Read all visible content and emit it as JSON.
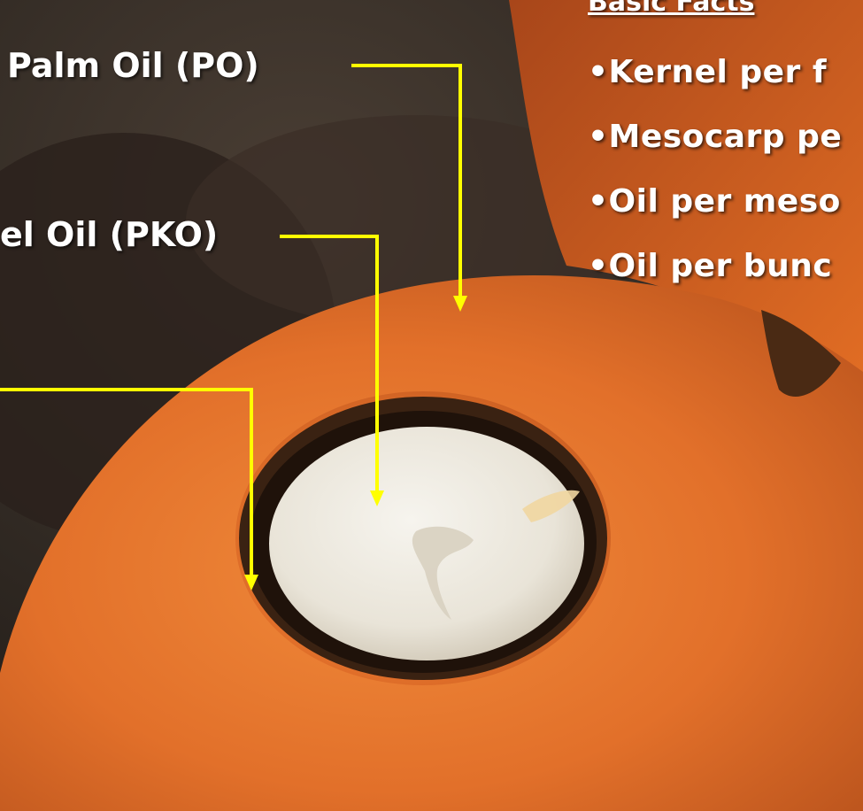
{
  "labels": {
    "palm_oil": "Palm Oil (PO)",
    "palm_kernel_oil": "el Oil (PKO)"
  },
  "facts": {
    "title": "Basic Facts",
    "items": [
      "•Kernel per f",
      "•Mesocarp pe",
      "•Oil per meso",
      "•Oil per bunc"
    ]
  },
  "colors": {
    "text": "#ffffff",
    "leader_line": "#ffff00",
    "background": "#2e2620",
    "fruit_orange": "#e8752a",
    "kernel_white": "#eeeae2",
    "shell_brown": "#2f1a0e"
  }
}
